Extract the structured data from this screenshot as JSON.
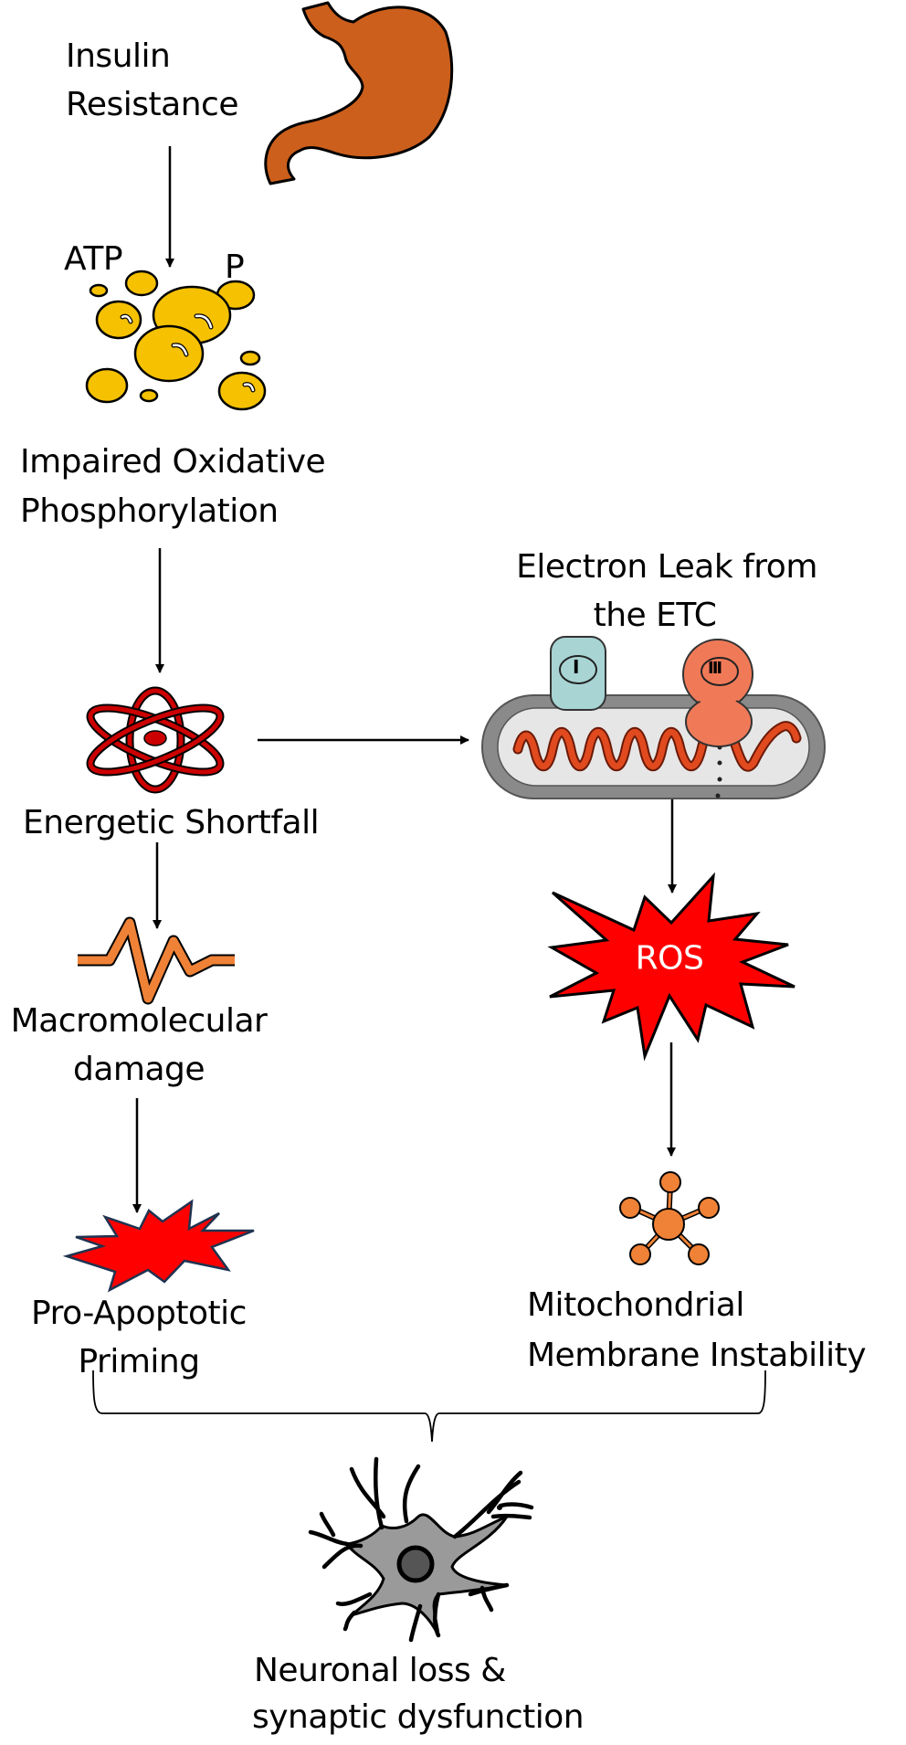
{
  "title": "Insulin resistance to neuronal loss pathway",
  "colors": {
    "stomach": "#cc5f1c",
    "atp": "#f5c100",
    "atom": "#cc0000",
    "zigzag": "#ef8236",
    "burst": "#ff0000",
    "complex_i": "#a9d4d4",
    "complex_iii": "#f07a58",
    "cristae": "#e04a1e",
    "mito_outer": "#8a8a8a",
    "mito_inner": "#e6e6e6",
    "molecule": "#ef8236",
    "neuron": "#9a9a9a"
  },
  "nodes": {
    "insulin_resistance": {
      "line1": "Insulin",
      "line2": "Resistance",
      "icon": "stomach-icon"
    },
    "atp_labels": {
      "atp": "ATP",
      "p": "P",
      "icon": "atp-bubbles-icon"
    },
    "impaired_oxphos": {
      "line1": "Impaired Oxidative",
      "line2": "Phosphorylation"
    },
    "energetic_shortfall": {
      "label": "Energetic Shortfall",
      "icon": "atom-icon"
    },
    "electron_leak": {
      "line1": "Electron Leak from",
      "line2": "the ETC",
      "icon": "mitochondrion-icon",
      "complex_i": "I",
      "complex_iii": "III"
    },
    "ros": {
      "label": "ROS",
      "icon": "burst-icon"
    },
    "macromolecular_damage": {
      "line1": "Macromolecular",
      "line2": "damage",
      "icon": "zigzag-icon"
    },
    "pro_apoptotic": {
      "line1": "Pro-Apoptotic",
      "line2": "Priming",
      "icon": "burst-icon"
    },
    "membrane_instability": {
      "line1": "Mitochondrial",
      "line2": "Membrane Instability",
      "icon": "molecule-icon"
    },
    "neuronal_loss": {
      "line1": "Neuronal loss &",
      "line2": "synaptic dysfunction",
      "icon": "neuron-icon"
    }
  },
  "edges": [
    {
      "from": "insulin_resistance",
      "to": "impaired_oxphos"
    },
    {
      "from": "impaired_oxphos",
      "to": "energetic_shortfall"
    },
    {
      "from": "energetic_shortfall",
      "to": "electron_leak"
    },
    {
      "from": "energetic_shortfall",
      "to": "macromolecular_damage"
    },
    {
      "from": "electron_leak",
      "to": "ros"
    },
    {
      "from": "ros",
      "to": "membrane_instability"
    },
    {
      "from": "macromolecular_damage",
      "to": "pro_apoptotic"
    },
    {
      "from": [
        "pro_apoptotic",
        "membrane_instability"
      ],
      "to": "neuronal_loss",
      "style": "brace"
    }
  ]
}
